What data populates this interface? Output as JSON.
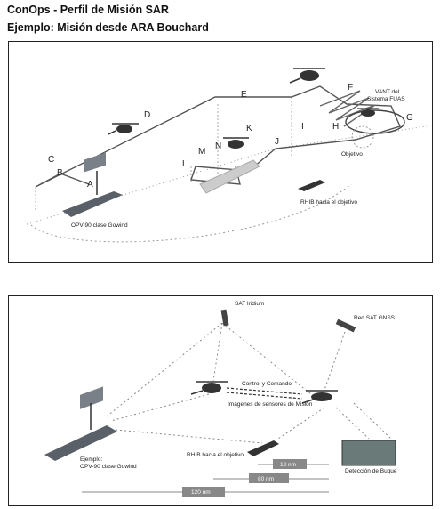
{
  "header": {
    "title": "ConOps -   Perfil de Misión SAR",
    "subtitle": "Ejemplo: Misión desde ARA Bouchard"
  },
  "mission_profile": {
    "waypoints": [
      "A",
      "B",
      "C",
      "D",
      "E",
      "F",
      "G",
      "H",
      "I",
      "J",
      "K",
      "L",
      "M",
      "N"
    ],
    "labels": {
      "uav": "VANT del",
      "uav2": "Sistema FUAS",
      "objective": "Objetivo",
      "rhib": "RHIB  hacia el objetivo",
      "ship": "OPV-90 clase Gowind"
    }
  },
  "comms": {
    "labels": {
      "sat_iridium": "SAT Iridium",
      "red_sat": "Red SAT GNSS",
      "control": "Control y Comando",
      "sensor_images": "Imágenes de sensores de Misión",
      "ship_example": "Ejemplo:",
      "ship_name": "OPV-90 clase Gowind",
      "rhib": "RHIB  hacia el objetivo",
      "detection": "Detección de Buque"
    },
    "ranges": [
      "12 nm",
      "80 nm",
      "120 nm"
    ]
  }
}
